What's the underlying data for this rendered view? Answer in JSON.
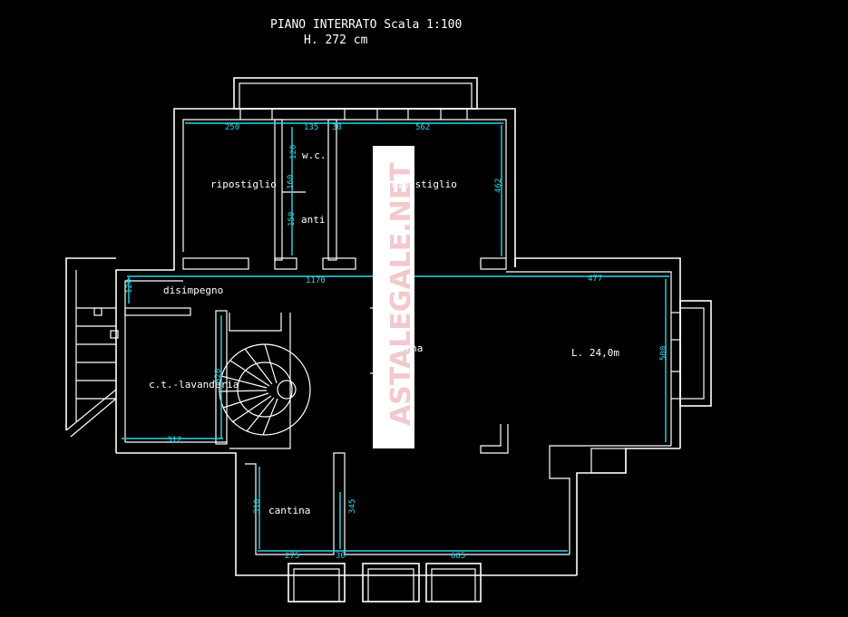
{
  "title": {
    "line1": "PIANO INTERRATO Scala 1:100",
    "line2": "H. 272 cm"
  },
  "rooms": {
    "ripostiglio_left": "ripostiglio",
    "wc": "w.c.",
    "anti": "anti",
    "ripostiglio_right": "ripostiglio",
    "disimpegno": "disimpegno",
    "taverna": "taverna",
    "locale_right": "L. 24,0m",
    "lavanderia": "c.t.-lavanderia",
    "cantina": "cantina"
  },
  "dimensions": {
    "d250": "250",
    "d135": "135",
    "d30a": "30",
    "d562": "562",
    "d1170": "1170",
    "d477": "477",
    "d120": "120",
    "d160": "160",
    "d150": "150",
    "d462": "462",
    "d120b": "120",
    "d320": "320",
    "d500": "500",
    "d312": "312",
    "d275": "275",
    "d30b": "30",
    "d685": "685",
    "d310": "310",
    "d345": "345"
  },
  "watermark": "ASTALEGALE.NET",
  "colors": {
    "background": "#000000",
    "walls": "#ffffff",
    "dimension_lines": "#2bd6e6",
    "watermark": "#f3c9cd"
  }
}
